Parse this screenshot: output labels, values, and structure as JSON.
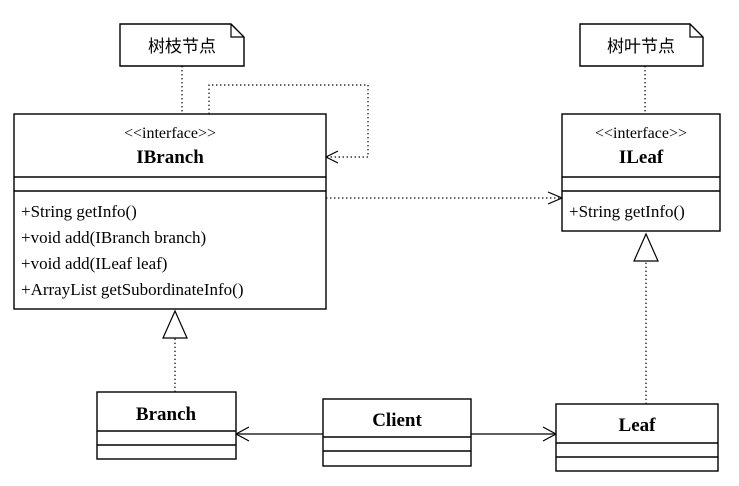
{
  "notes": {
    "branch_note": "树枝节点",
    "leaf_note": "树叶节点"
  },
  "classes": {
    "ibranch": {
      "stereotype": "<<interface>>",
      "name": "IBranch",
      "methods": [
        "+String getInfo()",
        "+void add(IBranch branch)",
        "+void add(ILeaf leaf)",
        "+ArrayList getSubordinateInfo()"
      ]
    },
    "ileaf": {
      "stereotype": "<<interface>>",
      "name": "ILeaf",
      "methods": [
        "+String getInfo()"
      ]
    },
    "branch": {
      "name": "Branch"
    },
    "client": {
      "name": "Client"
    },
    "leaf": {
      "name": "Leaf"
    }
  },
  "relations": [
    {
      "from": "IBranch",
      "to": "IBranch",
      "type": "dependency"
    },
    {
      "from": "IBranch",
      "to": "ILeaf",
      "type": "dependency"
    },
    {
      "from": "Branch",
      "to": "IBranch",
      "type": "realization"
    },
    {
      "from": "Leaf",
      "to": "ILeaf",
      "type": "realization"
    },
    {
      "from": "Client",
      "to": "Branch",
      "type": "association"
    },
    {
      "from": "Client",
      "to": "Leaf",
      "type": "association"
    }
  ]
}
